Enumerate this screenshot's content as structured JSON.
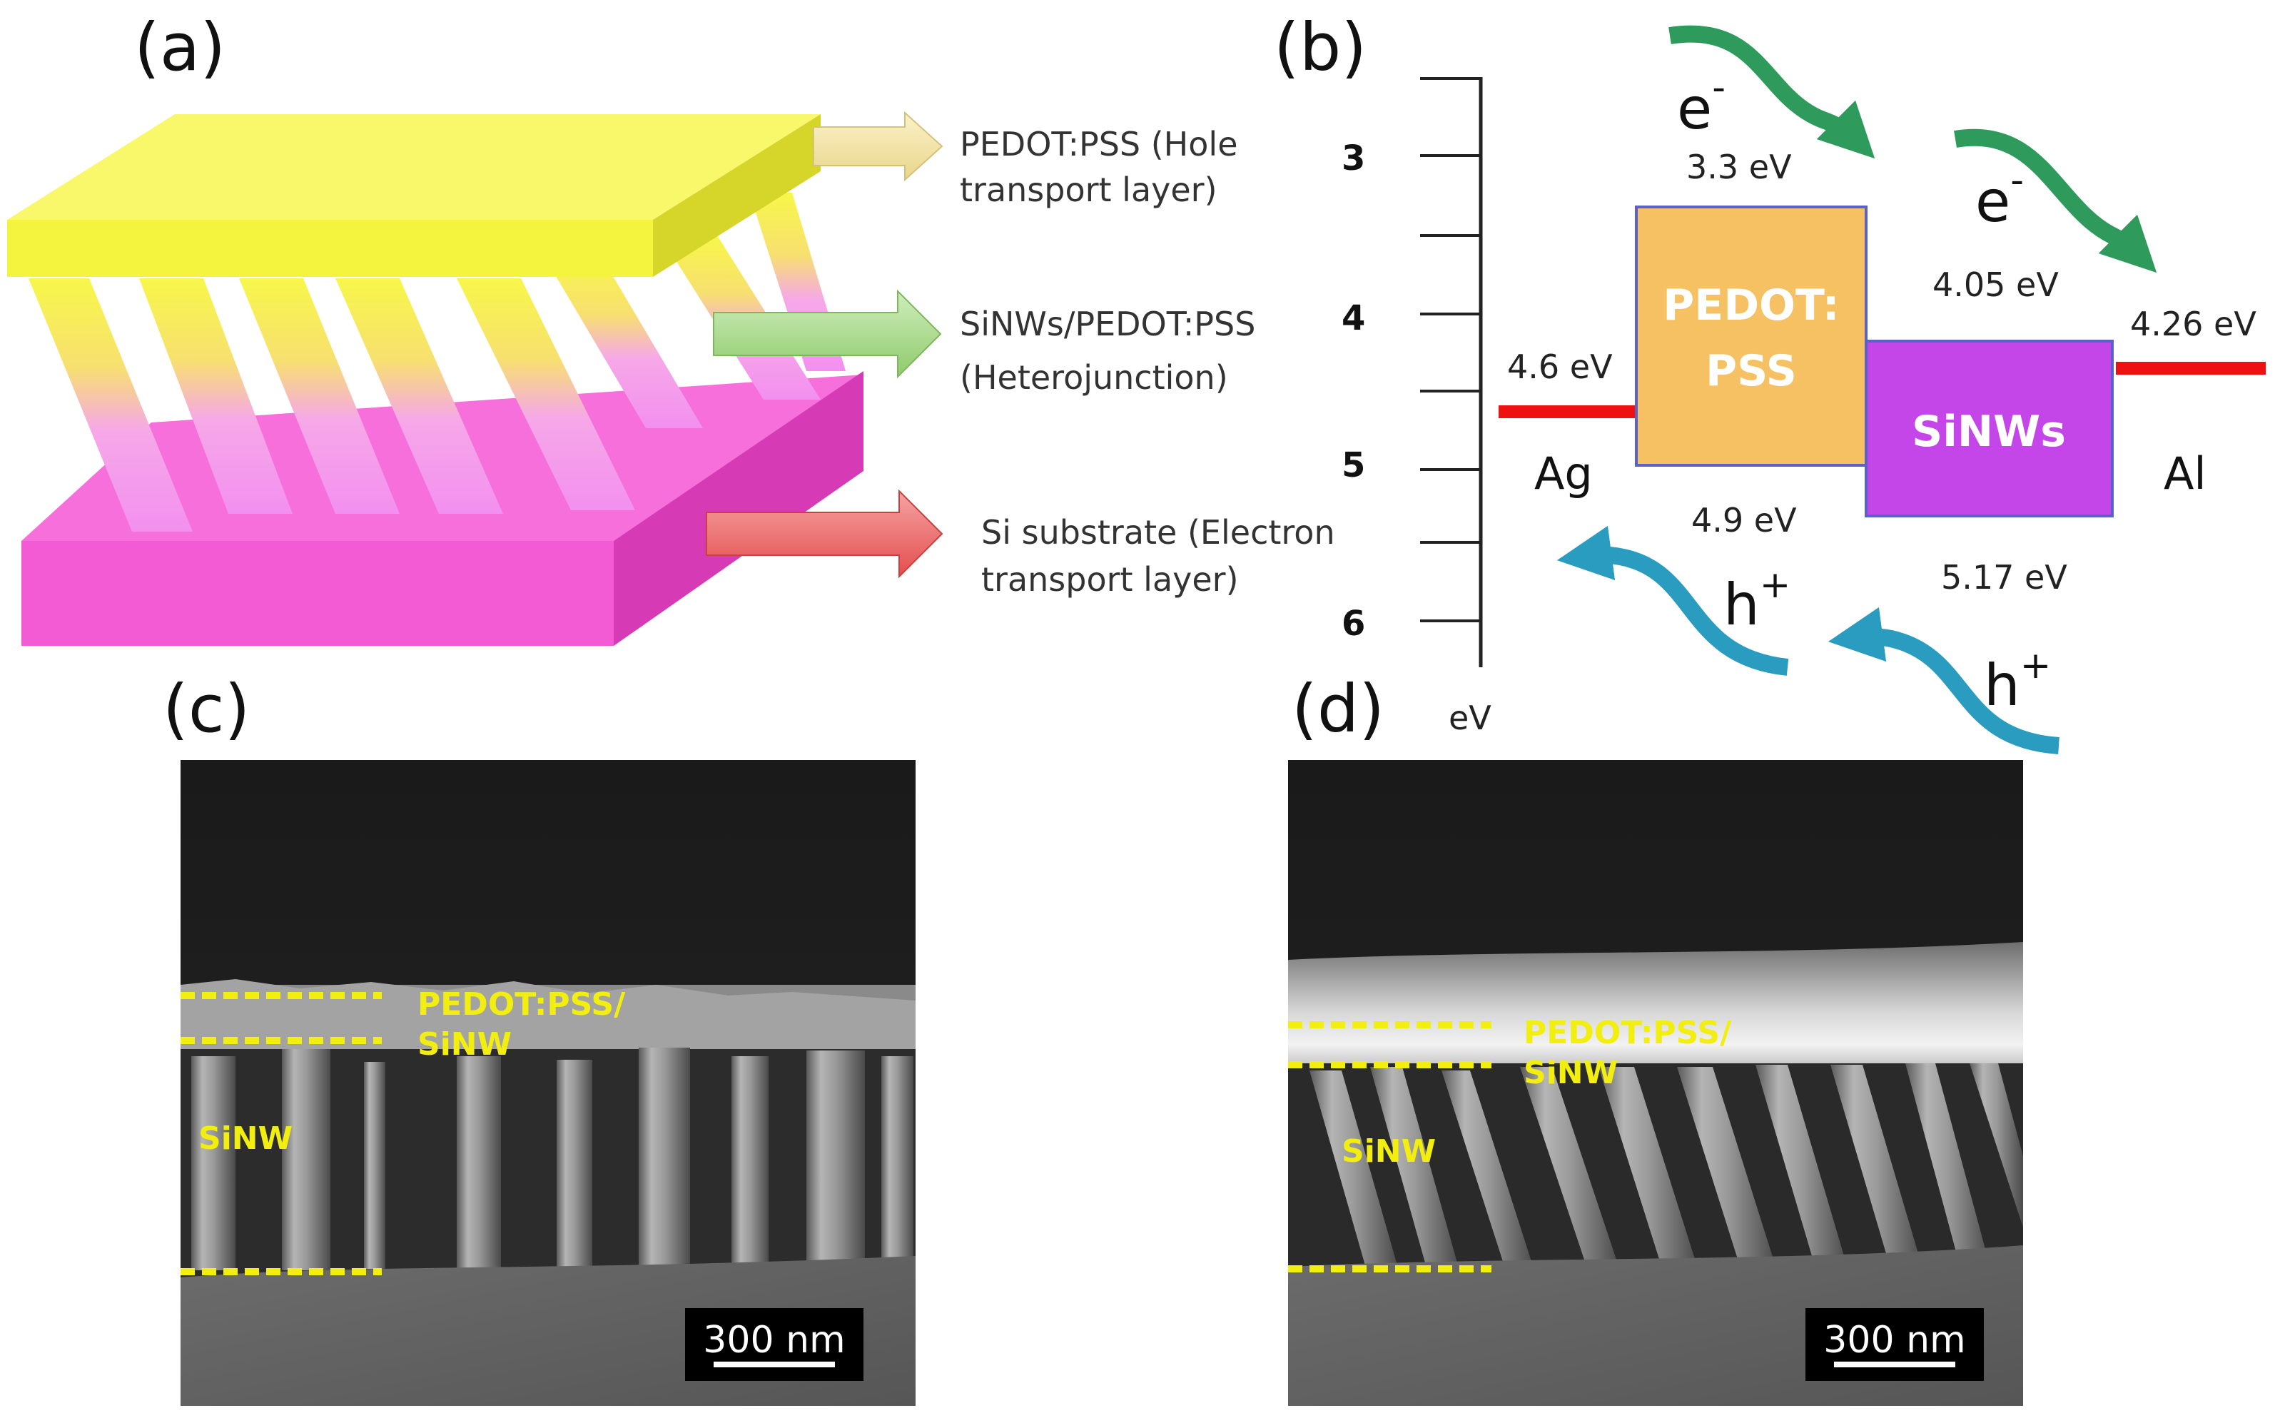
{
  "panels": {
    "a": "(a)",
    "b": "(b)",
    "c": "(c)",
    "d": "(d)"
  },
  "schematic": {
    "layers": [
      {
        "line1": "PEDOT:PSS (Hole",
        "line2": "transport layer)",
        "color": "#f3e8a8"
      },
      {
        "line1": "SiNWs/PEDOT:PSS",
        "line2": "(Heterojunction)",
        "color": "#a9d98a"
      },
      {
        "line1": "Si substrate (Electron",
        "line2": "transport layer)",
        "color": "#ef6b6b"
      }
    ],
    "colors": {
      "top_plate": "#f6f643",
      "substrate": "#f45fd6",
      "wire": "#f4a0f0"
    }
  },
  "band_diagram": {
    "ticks": [
      "3",
      "4",
      "5",
      "6"
    ],
    "axis_unit": "eV",
    "levels": {
      "pedot_top": "3.3 eV",
      "pedot_bottom": "4.9 eV",
      "sinw_top": "4.05 eV",
      "sinw_bottom": "5.17 eV",
      "ag": "4.6 eV",
      "al": "4.26 eV"
    },
    "boxes": {
      "pedot_line1": "PEDOT:",
      "pedot_line2": "PSS",
      "sinw": "SiNWs"
    },
    "metals": {
      "left": "Ag",
      "right": "Al"
    },
    "carriers": {
      "electron": "e",
      "electron_sup": "-",
      "hole": "h",
      "hole_sup": "+"
    },
    "colors": {
      "pedot": "#f5c163",
      "sinw": "#c445e8",
      "metal": "#ee1111",
      "electron_arrow": "#2e9a5c",
      "hole_arrow": "#2a9cbf"
    }
  },
  "sem": {
    "c": {
      "label_interface": [
        "PEDOT:PSS/",
        "SiNW"
      ],
      "label_wire": "SiNW",
      "scale": "300 nm"
    },
    "d": {
      "label_interface": [
        "PEDOT:PSS/",
        "SiNW"
      ],
      "label_wire": "SiNW",
      "scale": "300 nm"
    }
  }
}
